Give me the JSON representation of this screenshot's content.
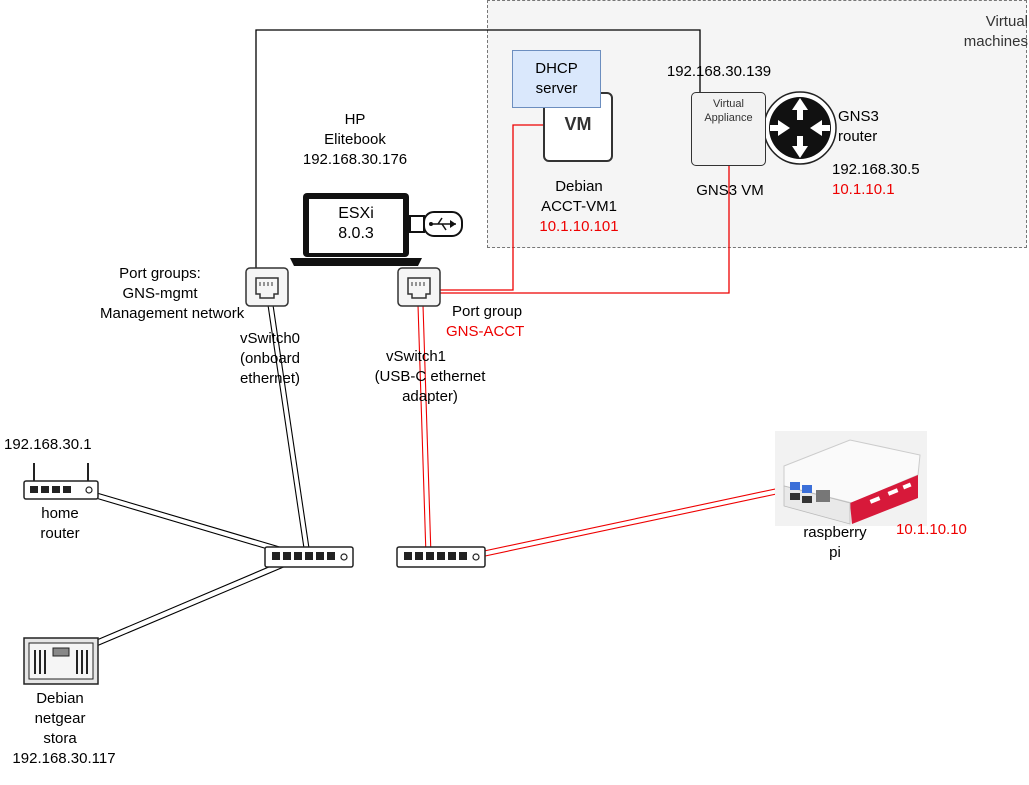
{
  "region": {
    "label_line1": "Virtual",
    "label_line2": "machines"
  },
  "dhcp": {
    "line1": "DHCP",
    "line2": "server"
  },
  "vm_icon_text": "VM",
  "debian_vm": {
    "line1": "Debian",
    "line2": "ACCT-VM1",
    "ip": "10.1.10.101"
  },
  "gns3_vm": {
    "mgmt_ip": "192.168.30.139",
    "label": "GNS3 VM",
    "appliance_line1": "Virtual",
    "appliance_line2": "Appliance"
  },
  "gns3_router": {
    "line1": "GNS3",
    "line2": "router",
    "mgmt_ip": "192.168.30.5",
    "acct_ip": "10.1.10.1"
  },
  "laptop": {
    "line1": "HP",
    "line2": "Elitebook",
    "ip": "192.168.30.176",
    "screen_line1": "ESXi",
    "screen_line2": "8.0.3"
  },
  "port_groups_left": {
    "line1": "Port groups:",
    "line2": "GNS-mgmt",
    "line3": "Management network"
  },
  "vswitch0": {
    "line1": "vSwitch0",
    "line2": "(onboard",
    "line3": "ethernet)"
  },
  "port_group_right": {
    "line1": "Port group",
    "line2": "GNS-ACCT"
  },
  "vswitch1": {
    "line1": "vSwitch1",
    "line2": "(USB-C ethernet",
    "line3": "adapter)"
  },
  "home_router": {
    "ip": "192.168.30.1",
    "line1": "home",
    "line2": "router"
  },
  "nas": {
    "line1": "Debian",
    "line2": "netgear",
    "line3": "stora",
    "ip": "192.168.30.117"
  },
  "raspberry_pi": {
    "line1": "raspberry",
    "line2": "pi",
    "ip": "10.1.10.10"
  },
  "colors": {
    "red_network": "#ee0000",
    "mgmt_link": "#000000",
    "region_fill": "#f5f5f5",
    "dhcp_fill": "#dae8fc"
  }
}
